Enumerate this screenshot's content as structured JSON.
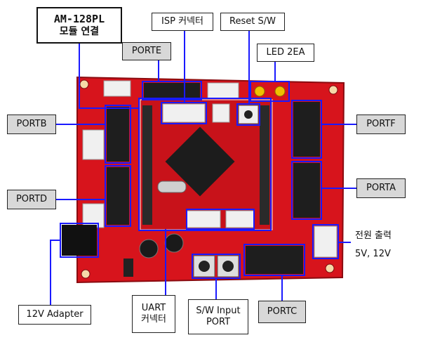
{
  "labels": {
    "am128pl": "AM-128PL",
    "module_connect": "모듈 연결",
    "isp": "ISP 커넥터",
    "reset": "Reset S/W",
    "porte": "PORTE",
    "led": "LED 2EA",
    "portb": "PORTB",
    "portf": "PORTF",
    "portd": "PORTD",
    "porta": "PORTA",
    "power_title": "전원 출력",
    "power_volts": "5V, 12V",
    "adapter": "12V Adapter",
    "uart_1": "UART",
    "uart_2": "커넥터",
    "sw_1": "S/W Input",
    "sw_2": "PORT",
    "portc": "PORTC"
  },
  "colors": {
    "board": "#d7141c",
    "callout_line": "#1a1aff",
    "label_bg": "#d8d8d8"
  }
}
